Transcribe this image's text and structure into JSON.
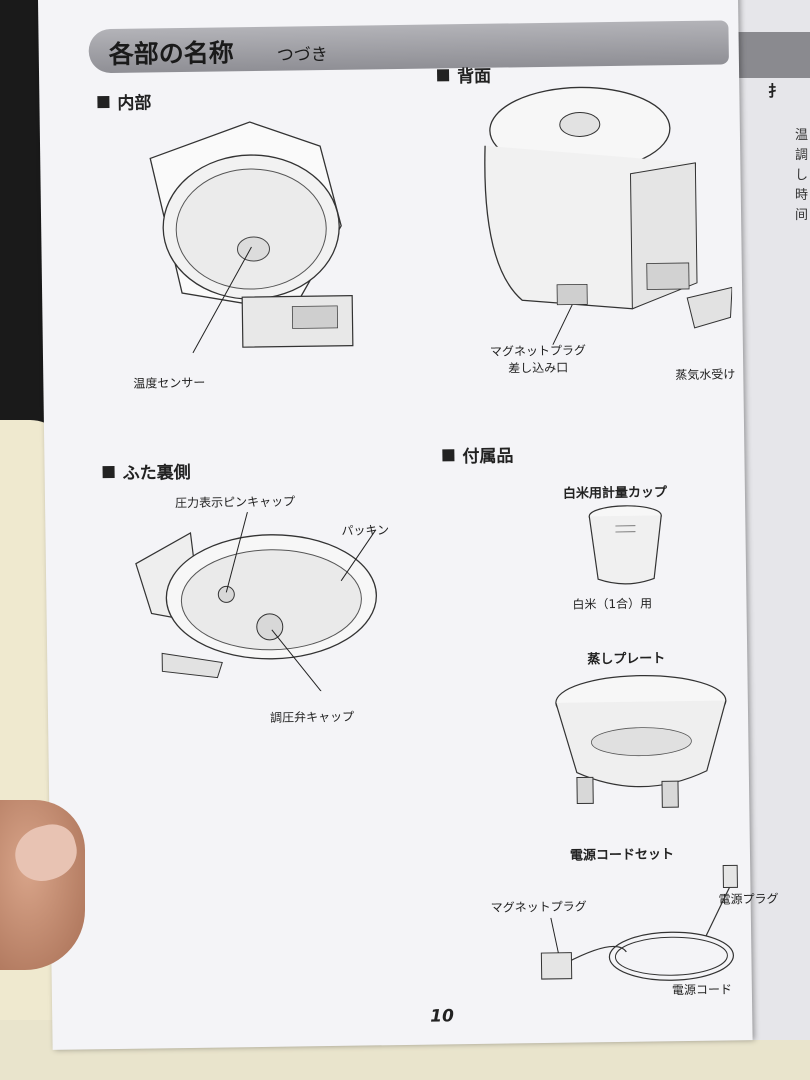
{
  "header": {
    "title": "各部の名称",
    "subtitle": "つづき"
  },
  "sections": {
    "interior": {
      "title": "内部",
      "labels": {
        "temp_sensor": "温度センサー"
      }
    },
    "back": {
      "title": "背面",
      "labels": {
        "plug_socket_1": "マグネットプラグ",
        "plug_socket_2": "差し込み口",
        "steam_tray": "蒸気水受け"
      }
    },
    "lid_underside": {
      "title": "ふた裏側",
      "labels": {
        "pin_cap": "圧力表示ピンキャップ",
        "packing": "パッキン",
        "valve_cap": "調圧弁キャップ"
      }
    },
    "accessories": {
      "title": "付属品",
      "cup_title": "白米用計量カップ",
      "cup_caption": "白米（1合）用",
      "plate_title": "蒸しプレート",
      "cord_title": "電源コードセット",
      "cord_labels": {
        "magnet_plug": "マグネットプラグ",
        "power_plug": "電源プラグ",
        "power_cord": "電源コード"
      }
    }
  },
  "page_number": "10",
  "next_page": {
    "title_fragment": "扌",
    "text_fragment": "温調し時间"
  }
}
